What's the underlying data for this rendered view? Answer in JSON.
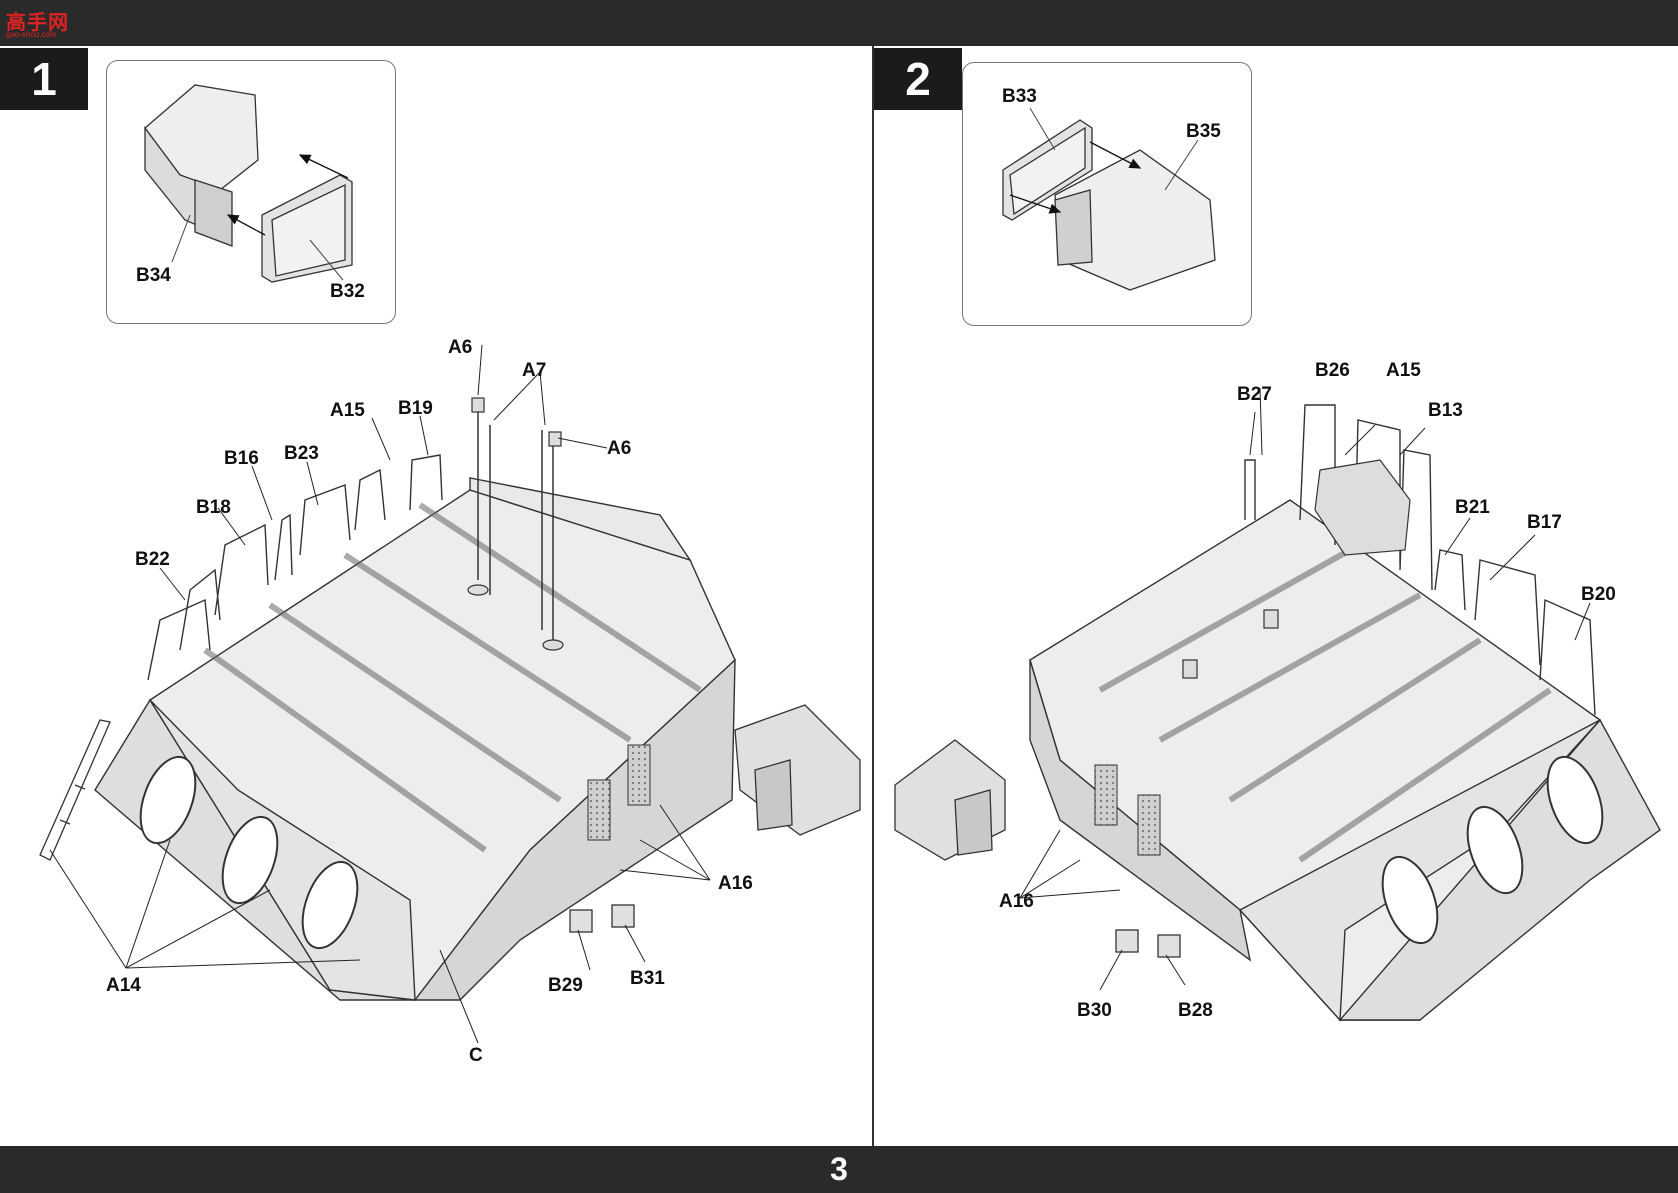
{
  "page": {
    "number": "3"
  },
  "logo": {
    "text": "高手网",
    "url": "gao-shou.com"
  },
  "steps": [
    {
      "number": "1",
      "inset_labels": [
        "B34",
        "B32"
      ],
      "labels": [
        "A6",
        "A7",
        "A6",
        "A15",
        "B19",
        "B16",
        "B23",
        "B18",
        "B22",
        "A16",
        "A14",
        "B29",
        "B31",
        "C"
      ]
    },
    {
      "number": "2",
      "inset_labels": [
        "B33",
        "B35"
      ],
      "labels": [
        "B26",
        "A15",
        "B27",
        "B13",
        "B21",
        "B17",
        "B20",
        "A16",
        "B30",
        "B28"
      ]
    }
  ]
}
